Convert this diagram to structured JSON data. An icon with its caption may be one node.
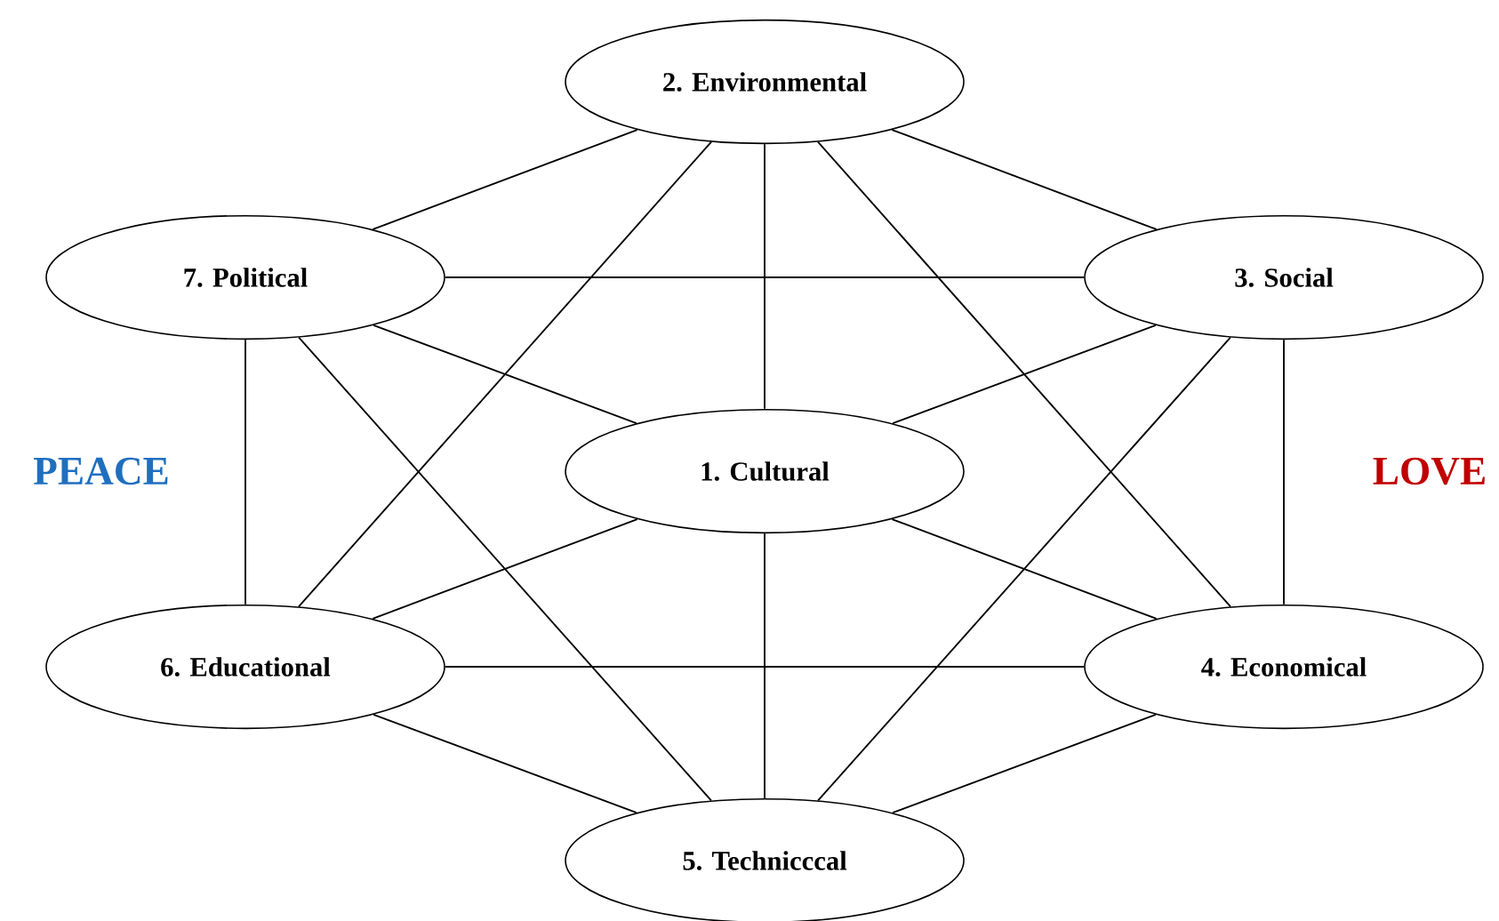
{
  "diagram": {
    "nodes": [
      {
        "text": [
          "1. Cultural"
        ]
      },
      {
        "text": [
          "2. Environmental"
        ]
      },
      {
        "text": [
          "3. Social"
        ]
      },
      {
        "text": [
          "4. Economical"
        ]
      },
      {
        "text": [
          "5. Technicccal"
        ]
      },
      {
        "text": [
          "6. Educational"
        ]
      },
      {
        "text": [
          "7. Political"
        ]
      }
    ],
    "edges": [
      {
        "from": 0,
        "to": 1,
        "arrow": "none"
      },
      {
        "from": 0,
        "to": 2,
        "arrow": "none"
      },
      {
        "from": 0,
        "to": 3,
        "arrow": "none"
      },
      {
        "from": 0,
        "to": 4,
        "arrow": "none"
      },
      {
        "from": 0,
        "to": 5,
        "arrow": "none"
      },
      {
        "from": 0,
        "to": 6,
        "arrow": "none"
      },
      {
        "from": 6,
        "to": 1,
        "arrow": "none"
      },
      {
        "from": 6,
        "to": 2,
        "arrow": "none"
      },
      {
        "from": 6,
        "to": 5,
        "arrow": "none"
      },
      {
        "from": 6,
        "to": 4,
        "arrow": "none"
      },
      {
        "from": 1,
        "to": 2,
        "arrow": "none"
      },
      {
        "from": 1,
        "to": 5,
        "arrow": "none"
      },
      {
        "from": 1,
        "to": 3,
        "arrow": "none"
      },
      {
        "from": 2,
        "to": 3,
        "arrow": "none"
      },
      {
        "from": 2,
        "to": 4,
        "arrow": "none"
      },
      {
        "from": 3,
        "to": 5,
        "arrow": "none"
      },
      {
        "from": 3,
        "to": 4,
        "arrow": "none"
      },
      {
        "from": 5,
        "to": 4,
        "arrow": "none"
      }
    ],
    "labels": [
      "PEACE",
      "LOVE"
    ]
  }
}
